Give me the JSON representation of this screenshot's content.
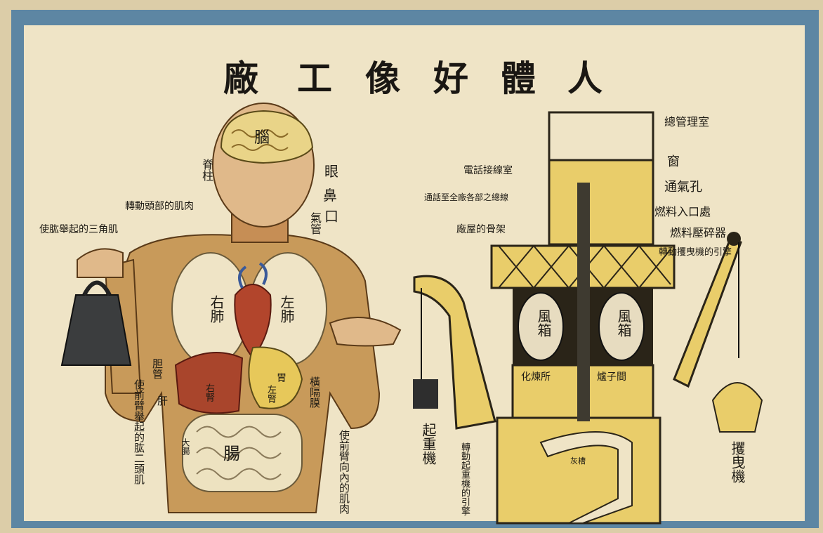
{
  "title": {
    "chars": [
      "人",
      "體",
      "好",
      "像",
      "工",
      "廠"
    ]
  },
  "body_labels": {
    "brain": "腦",
    "eye": "眼",
    "nose": "鼻",
    "mouth": "口",
    "spine": "脊柱",
    "trachea": "氣管",
    "neck_muscle": "轉動頭部的肌肉",
    "shoulder_muscle": "使肱舉起的三角肌",
    "right_lung": "右肺",
    "left_lung": "左肺",
    "gallbladder": "胆管",
    "liver": "肝",
    "stomach": "胃",
    "left_kidney": "左腎",
    "right_kidney": "右腎",
    "intestine": "腸",
    "large_intestine": "大腸",
    "diaphragm": "橫隔膜",
    "biceps": "使前臂舉起的肱二頭肌",
    "forearm_muscle": "使前臂向內的肌肉"
  },
  "factory_labels": {
    "management": "總管理室",
    "switchboard": "電話接線室",
    "window": "窗",
    "vent": "通氣孔",
    "wires": "通話至全廠各部之總線",
    "fuel_inlet": "燃料入口處",
    "crusher": "燃料壓碎器",
    "frame": "廠屋的骨架",
    "crane_engine": "轉動攫曳機的引擎",
    "bellows_left": "風箱",
    "bellows_right": "風箱",
    "lab": "化煉所",
    "boiler": "爐子間",
    "ash": "灰槽",
    "crane": "起重機",
    "crane_motor": "轉動起重機的引擎",
    "grab": "攫曳機"
  },
  "colors": {
    "frame_blue": "#5d86a3",
    "paper": "#efe4c6",
    "skin": "#c89a5a",
    "organ_red": "#b2452c",
    "factory_yellow": "#e9cd6a",
    "ink": "#1d1a14"
  }
}
